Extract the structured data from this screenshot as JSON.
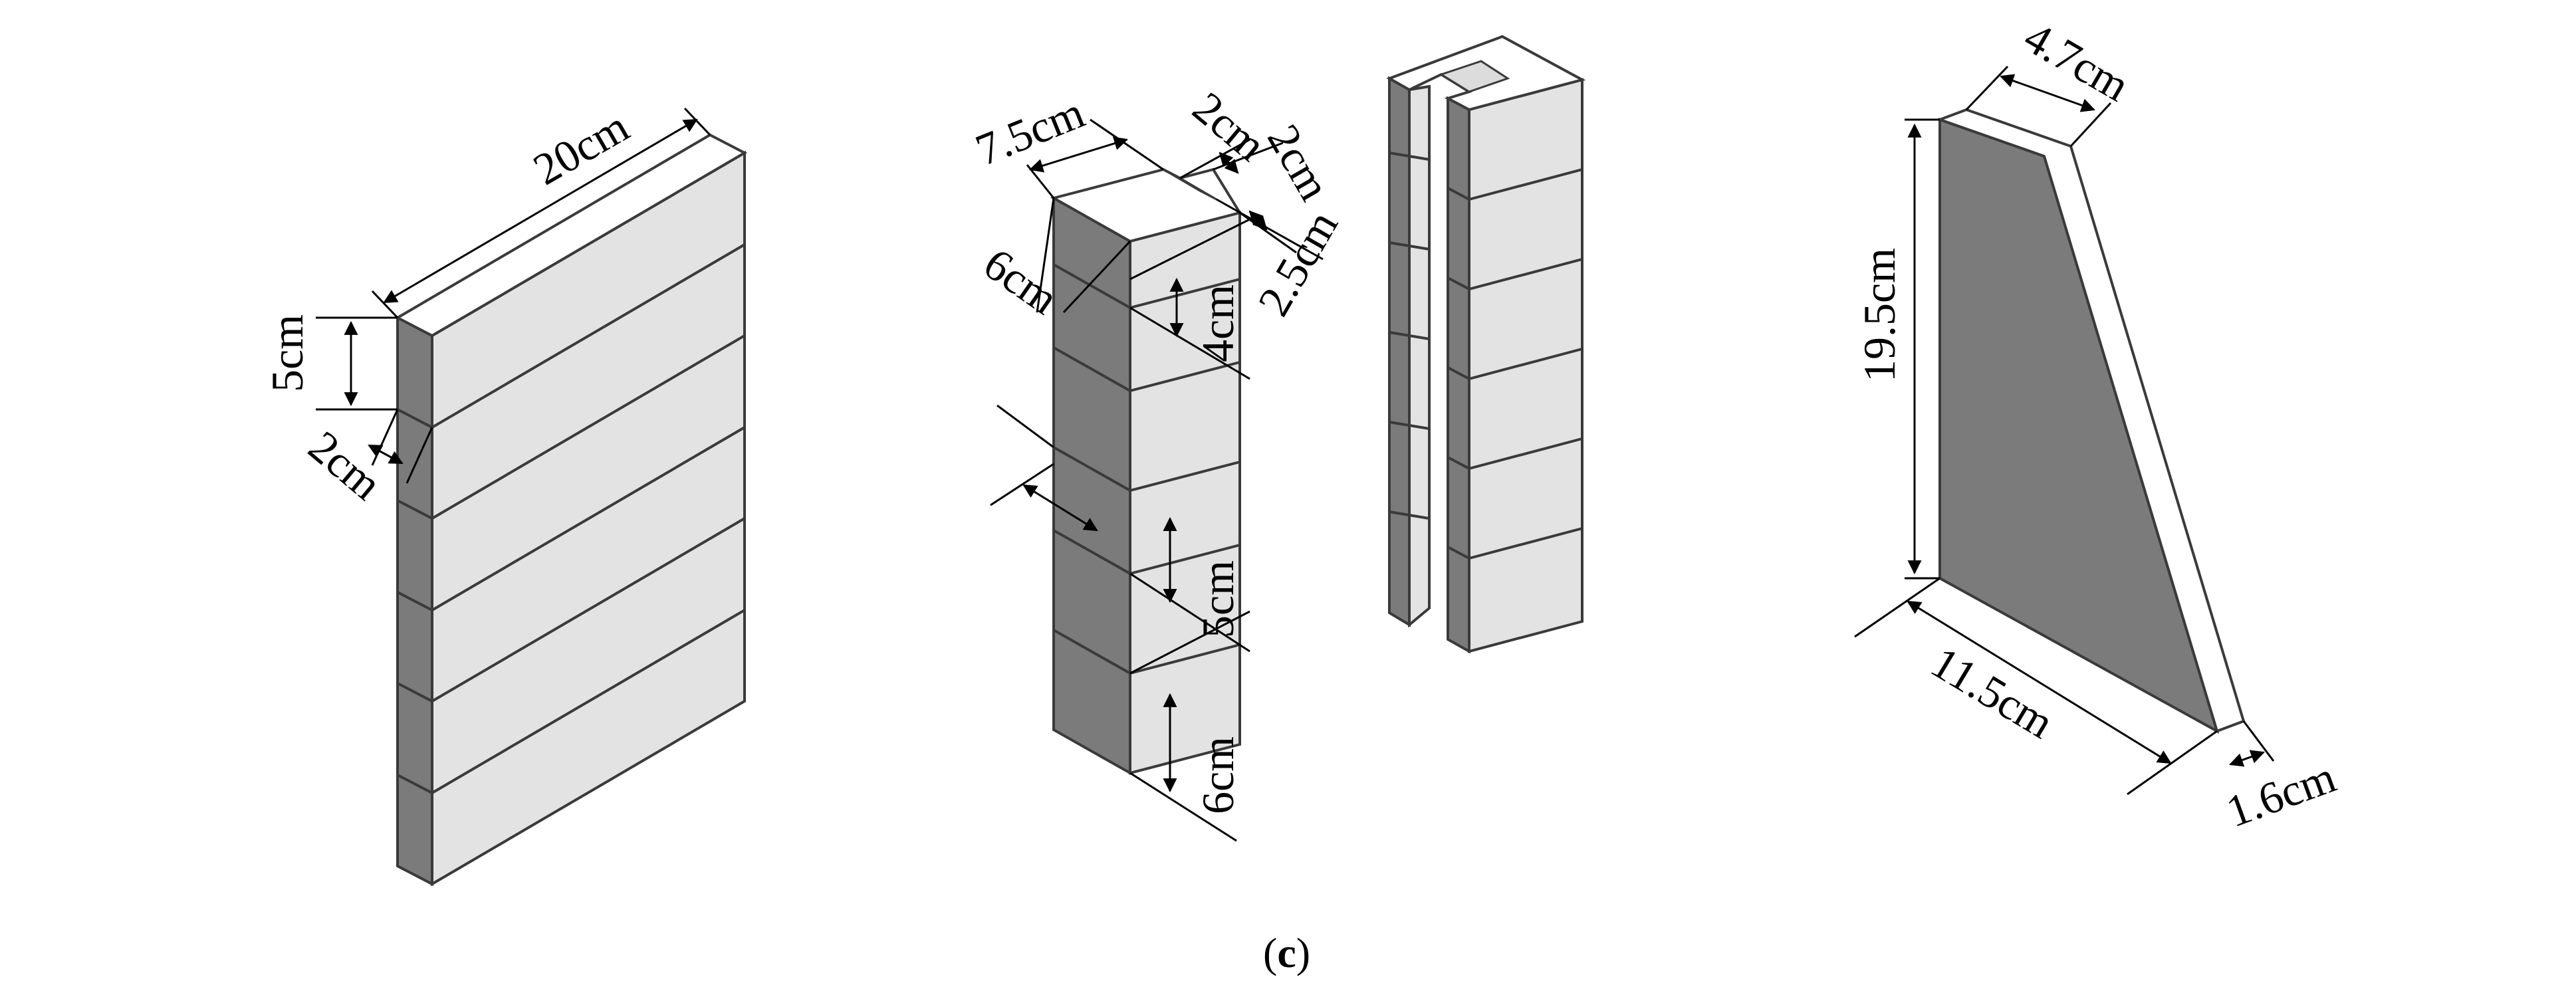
{
  "caption": {
    "open": "(",
    "letter": "c",
    "close": ")"
  },
  "colors": {
    "front_face": "#e3e3e3",
    "side_face": "#7b7b7b",
    "top_face": "#ffffff",
    "edge": "#3a3a3a",
    "dimension_line": "#000000"
  },
  "figures": {
    "wall_panel": {
      "label_length": "20cm",
      "label_course_height": "5cm",
      "label_thickness": "2cm"
    },
    "column_detail": {
      "label_width": "7.5cm",
      "label_slot_a": "2cm",
      "label_slot_b": "2cm",
      "label_slot_depth": "2.5cm",
      "label_depth": "6cm",
      "label_unit_a": "4cm",
      "label_unit_b": "5cm",
      "label_unit_c": "6cm"
    },
    "buttress": {
      "label_top_width": "4.7cm",
      "label_height": "19.5cm",
      "label_base": "11.5cm",
      "label_thickness": "1.6cm"
    }
  }
}
